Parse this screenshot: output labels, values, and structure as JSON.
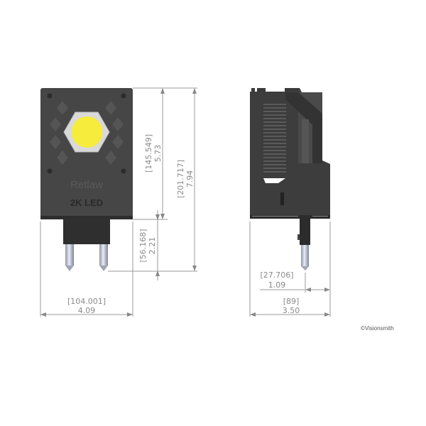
{
  "drawing": {
    "front_view": {
      "label_logo": "Retlaw",
      "label_text": "2K LED",
      "led_color": "#f5ec3c",
      "body_color": "#454545",
      "dimensions": {
        "width": {
          "mm": "[104.001]",
          "in": "4.09"
        },
        "body_height": {
          "mm": "[145.549]",
          "in": "5.73"
        },
        "total_height": {
          "mm": "[201.717]",
          "in": "7.94"
        },
        "pin_length": {
          "mm": "[56.168]",
          "in": "2.21"
        }
      }
    },
    "side_view": {
      "body_color": "#3d3d3d",
      "dimensions": {
        "pin_offset": {
          "mm": "[27.706]",
          "in": "1.09"
        },
        "depth": {
          "mm": "[89]",
          "in": "3.50"
        }
      }
    },
    "copyright": "©Visionsmith"
  }
}
